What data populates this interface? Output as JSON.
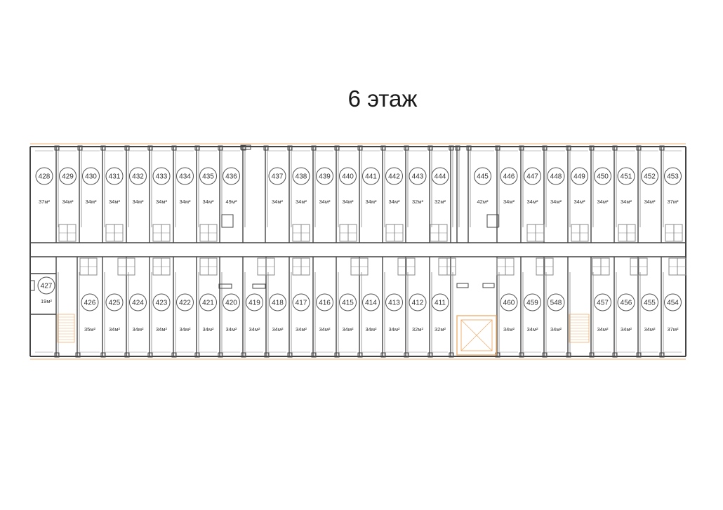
{
  "title": "6 этаж",
  "colors": {
    "wall": "#444444",
    "thin": "#888888",
    "accent": "#f0b070",
    "circle": "#555555",
    "text": "#333333"
  },
  "rooms": {
    "top": [
      {
        "number": "428",
        "area": "37м²"
      },
      {
        "number": "429",
        "area": "34м²"
      },
      {
        "number": "430",
        "area": "34м²"
      },
      {
        "number": "431",
        "area": "34м²"
      },
      {
        "number": "432",
        "area": "34м²"
      },
      {
        "number": "433",
        "area": "34м²"
      },
      {
        "number": "434",
        "area": "34м²"
      },
      {
        "number": "435",
        "area": "34м²"
      },
      {
        "number": "436",
        "area": "49м²"
      },
      {
        "number": "437",
        "area": "34м²"
      },
      {
        "number": "438",
        "area": "34м²"
      },
      {
        "number": "439",
        "area": "34м²"
      },
      {
        "number": "440",
        "area": "34м²"
      },
      {
        "number": "441",
        "area": "34м²"
      },
      {
        "number": "442",
        "area": "34м²"
      },
      {
        "number": "443",
        "area": "32м²"
      },
      {
        "number": "444",
        "area": "32м²"
      },
      {
        "number": "445",
        "area": "42м²"
      },
      {
        "number": "446",
        "area": "34м²"
      },
      {
        "number": "447",
        "area": "34м²"
      },
      {
        "number": "448",
        "area": "34м²"
      },
      {
        "number": "449",
        "area": "34м²"
      },
      {
        "number": "450",
        "area": "34м²"
      },
      {
        "number": "451",
        "area": "34м²"
      },
      {
        "number": "452",
        "area": "34м²"
      },
      {
        "number": "453",
        "area": "37м²"
      }
    ],
    "bottom": [
      {
        "number": "427",
        "area": "19м²"
      },
      {
        "number": "426",
        "area": "35м²"
      },
      {
        "number": "425",
        "area": "34м²"
      },
      {
        "number": "424",
        "area": "34м²"
      },
      {
        "number": "423",
        "area": "34м²"
      },
      {
        "number": "422",
        "area": "34м²"
      },
      {
        "number": "421",
        "area": "34м²"
      },
      {
        "number": "420",
        "area": "34м²"
      },
      {
        "number": "419",
        "area": "34м²"
      },
      {
        "number": "418",
        "area": "34м²"
      },
      {
        "number": "417",
        "area": "34м²"
      },
      {
        "number": "416",
        "area": "34м²"
      },
      {
        "number": "415",
        "area": "34м²"
      },
      {
        "number": "414",
        "area": "34м²"
      },
      {
        "number": "413",
        "area": "34м²"
      },
      {
        "number": "412",
        "area": "32м²"
      },
      {
        "number": "411",
        "area": "32м²"
      },
      {
        "number": "460",
        "area": "34м²"
      },
      {
        "number": "459",
        "area": "34м²"
      },
      {
        "number": "548",
        "area": "34м²"
      },
      {
        "number": "457",
        "area": "34м²"
      },
      {
        "number": "456",
        "area": "34м²"
      },
      {
        "number": "455",
        "area": "34м²"
      },
      {
        "number": "454",
        "area": "37м²"
      }
    ]
  }
}
